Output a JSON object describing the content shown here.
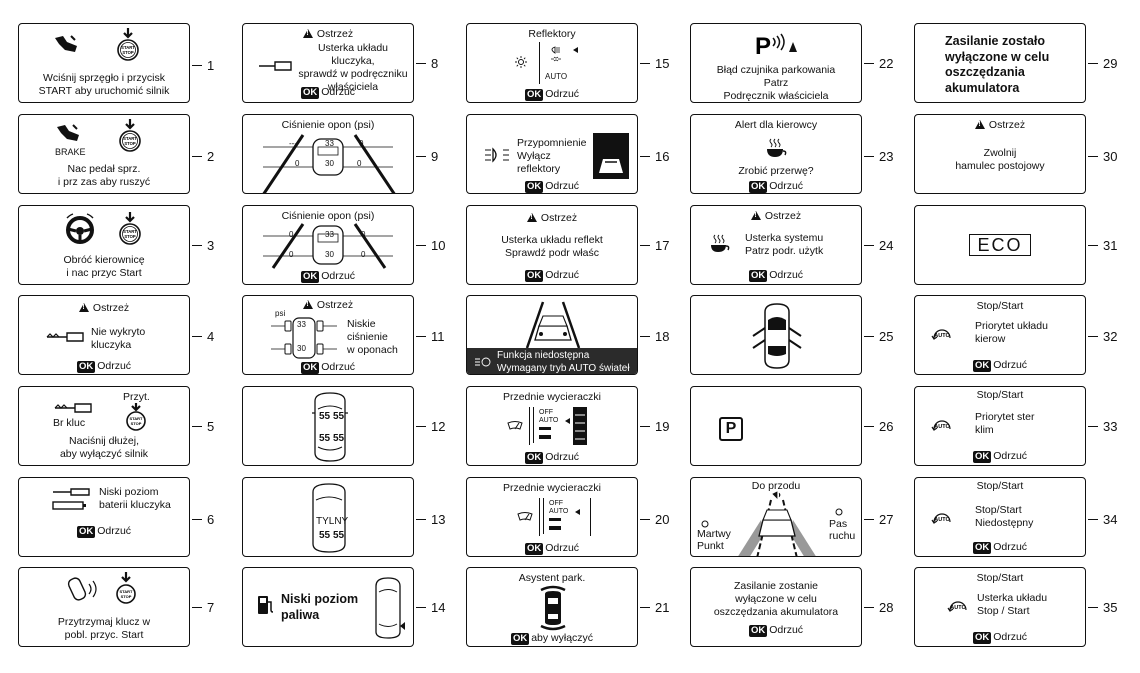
{
  "panels": {
    "p1": {
      "num": "1",
      "line1": "Wciśnij sprzęgło i przycisk",
      "line2": "START aby uruchomić silnik"
    },
    "p2": {
      "num": "2",
      "brake": "BRAKE",
      "line1": "Nac pedał sprz.",
      "line2": "i prz zas aby ruszyć"
    },
    "p3": {
      "num": "3",
      "line1": "Obróć kierownicę",
      "line2": "i nac przyc Start"
    },
    "p4": {
      "num": "4",
      "title": "Ostrzeż",
      "line1": "Nie wykryto",
      "line2": "kluczyka",
      "ok": "OK",
      "action": "Odrzuć"
    },
    "p5": {
      "num": "5",
      "key_label": "Br kluc",
      "btn_label": "Przyt.",
      "line1": "Naciśnij dłużej,",
      "line2": "aby wyłączyć silnik"
    },
    "p6": {
      "num": "6",
      "line1": "Niski poziom",
      "line2": "baterii kluczyka",
      "ok": "OK",
      "action": "Odrzuć"
    },
    "p7": {
      "num": "7",
      "line1": "Przytrzymaj klucz w",
      "line2": "pobl. przyc. Start"
    },
    "p8": {
      "num": "8",
      "title": "Ostrzeż",
      "line1": "Usterka układu kluczyka,",
      "line2": "sprawdź w podręczniku",
      "line3": "właściciela",
      "ok": "OK",
      "action": "Odrzuć"
    },
    "p9": {
      "num": "9",
      "title": "Ciśnienie opon (psi)",
      "fl": "---",
      "fr": "0",
      "rl": "0",
      "rr": "0",
      "c1": "33",
      "c2": "30"
    },
    "p10": {
      "num": "10",
      "title": "Ciśnienie opon (psi)",
      "fl": "0",
      "fr": "0",
      "rl": "0",
      "rr": "0",
      "c1": "33",
      "c2": "30",
      "ok": "OK",
      "action": "Odrzuć"
    },
    "p11": {
      "num": "11",
      "title": "Ostrzeż",
      "unit": "psi",
      "c1": "33",
      "c2": "30",
      "line1": "Niskie",
      "line2": "ciśnienie",
      "line3": "w oponach",
      "ok": "OK",
      "action": "Odrzuć"
    },
    "p12": {
      "num": "12",
      "t1": "55",
      "t2": "55",
      "t3": "55",
      "t4": "55"
    },
    "p13": {
      "num": "13",
      "rear": "TYLNY",
      "t1": "55",
      "t2": "55"
    },
    "p14": {
      "num": "14",
      "line1": "Niski poziom",
      "line2": "paliwa"
    },
    "p15": {
      "num": "15",
      "title": "Reflektory",
      "auto": "AUTO",
      "ok": "OK",
      "action": "Odrzuć"
    },
    "p16": {
      "num": "16",
      "line1": "Przypomnienie",
      "line2": "Wyłącz",
      "line3": "reflektory",
      "ok": "OK",
      "action": "Odrzuć"
    },
    "p17": {
      "num": "17",
      "title": "Ostrzeż",
      "line1": "Usterka układu reflekt",
      "line2": "Sprawdź podr właśc",
      "ok": "OK",
      "action": "Odrzuć"
    },
    "p18": {
      "num": "18",
      "line1": "Funkcja niedostępna",
      "line2": "Wymagany tryb AUTO świateł"
    },
    "p19": {
      "num": "19",
      "title": "Przednie wycieraczki",
      "off": "OFF",
      "auto": "AUTO",
      "ok": "OK",
      "action": "Odrzuć"
    },
    "p20": {
      "num": "20",
      "title": "Przednie wycieraczki",
      "off": "OFF",
      "auto": "AUTO",
      "ok": "OK",
      "action": "Odrzuć"
    },
    "p21": {
      "num": "21",
      "title": "Asystent park.",
      "ok": "OK",
      "action": "aby wyłączyć"
    },
    "p22": {
      "num": "22",
      "line1": "Błąd czujnika parkowania",
      "line2": "Patrz",
      "line3": "Podręcznik właściciela"
    },
    "p23": {
      "num": "23",
      "title": "Alert dla kierowcy",
      "line1": "Zrobić przerwę?",
      "ok": "OK",
      "action": "Odrzuć"
    },
    "p24": {
      "num": "24",
      "title": "Ostrzeż",
      "line1": "Usterka systemu",
      "line2": "Patrz podr. użytk",
      "ok": "OK",
      "action": "Odrzuć"
    },
    "p25": {
      "num": "25"
    },
    "p26": {
      "num": "26",
      "p": "P"
    },
    "p27": {
      "num": "27",
      "title": "Do przodu",
      "left1": "Martwy",
      "left2": "Punkt",
      "right1": "Pas",
      "right2": "ruchu"
    },
    "p28": {
      "num": "28",
      "line1": "Zasilanie zostanie",
      "line2": "wyłączone w celu",
      "line3": "oszczędzania akumulatora",
      "ok": "OK",
      "action": "Odrzuć"
    },
    "p29": {
      "num": "29",
      "line1": "Zasilanie zostało",
      "line2": "wyłączone w celu",
      "line3": "oszczędzania",
      "line4": "akumulatora"
    },
    "p30": {
      "num": "30",
      "title": "Ostrzeż",
      "line1": "Zwolnij",
      "line2": "hamulec postojowy"
    },
    "p31": {
      "num": "31",
      "eco": "ECO"
    },
    "p32": {
      "num": "32",
      "title": "Stop/Start",
      "line1": "Priorytet układu",
      "line2": "kierow",
      "ok": "OK",
      "action": "Odrzuć"
    },
    "p33": {
      "num": "33",
      "title": "Stop/Start",
      "line1": "Priorytet ster",
      "line2": "klim",
      "ok": "OK",
      "action": "Odrzuć"
    },
    "p34": {
      "num": "34",
      "title": "Stop/Start",
      "line1": "Stop/Start",
      "line2": "Niedostępny",
      "ok": "OK",
      "action": "Odrzuć"
    },
    "p35": {
      "num": "35",
      "title": "Stop/Start",
      "line1": "Usterka układu",
      "line2": "Stop / Start",
      "ok": "OK",
      "action": "Odrzuć"
    }
  },
  "icons": {
    "start": {
      "start": "START",
      "stop": "STOP"
    },
    "auto": "AUTO",
    "names": [
      "start-stop-button-icon",
      "key-icon",
      "steering-wheel-icon",
      "warning-icon",
      "fuel-pump-icon",
      "headlight-icon",
      "wiper-icon",
      "car-top-icon",
      "coffee-cup-icon",
      "parking-sensor-icon",
      "stop-start-auto-icon"
    ]
  }
}
